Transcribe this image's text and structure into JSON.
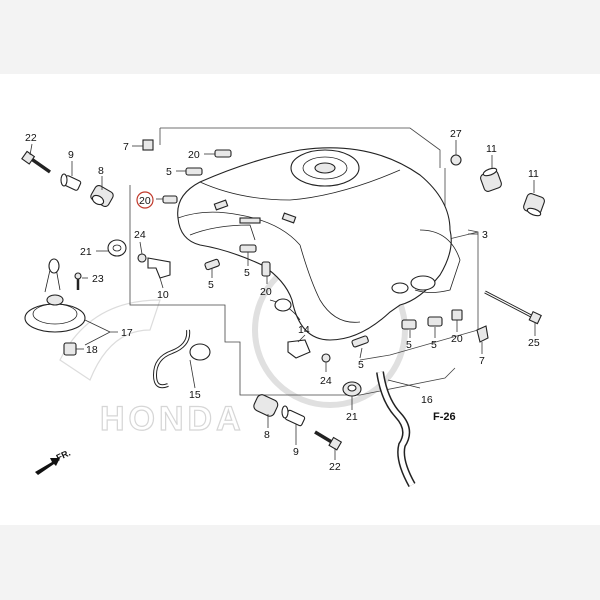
{
  "diagram": {
    "section_ref": "F-26",
    "direction_mark": "FR.",
    "watermark": "HONDA",
    "highlighted_part": "20",
    "callouts": {
      "c22_top": "22",
      "c9_top": "9",
      "c8_top": "8",
      "c7_top": "7",
      "c20_top": "20",
      "c5_top": "5",
      "c20_circled": "20",
      "c27": "27",
      "c11_a": "11",
      "c11_b": "11",
      "c3": "3",
      "c24_left": "24",
      "c21_left": "21",
      "c23": "23",
      "c10": "10",
      "c5_mid_a": "5",
      "c5_mid_b": "5",
      "c20_mid": "20",
      "c17": "17",
      "c18": "18",
      "c14": "14",
      "c15": "15",
      "c5_right_a": "5",
      "c5_right_b": "5",
      "c5_right_c": "5",
      "c20_right": "20",
      "c7_right": "7",
      "c25": "25",
      "c24_bottom": "24",
      "c21_bottom": "21",
      "c16": "16",
      "c8_bottom": "8",
      "c9_bottom": "9",
      "c22_bottom": "22"
    }
  }
}
